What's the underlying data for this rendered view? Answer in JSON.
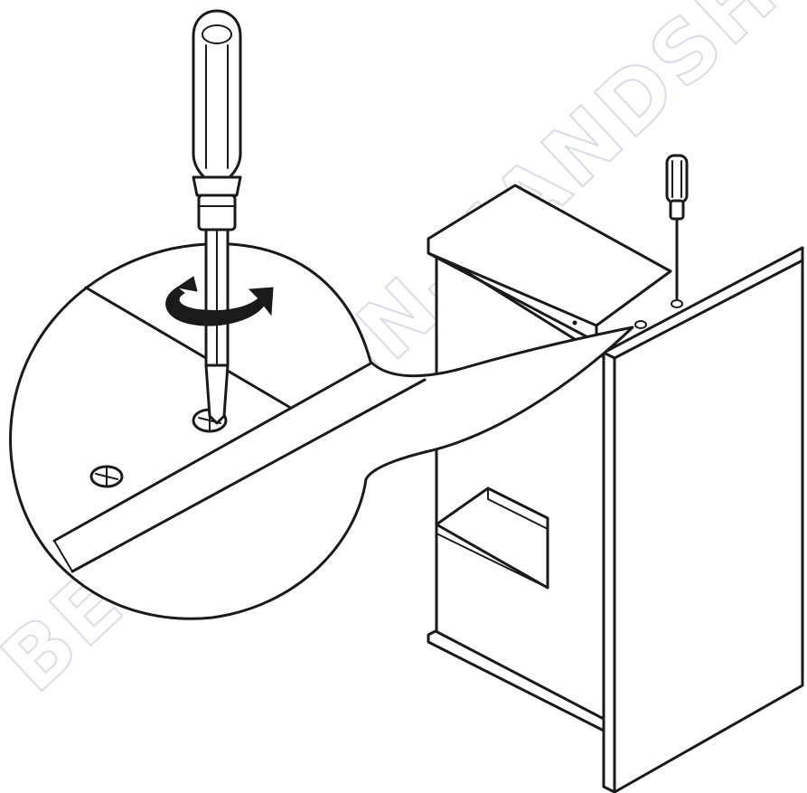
{
  "figure": {
    "type": "assembly-instruction",
    "subject": "screwdriver-fastening-screw-into-cabinet-top",
    "colors": {
      "line": "#1a1a1a",
      "background": "#ffffff",
      "watermark": "#d8dce6"
    }
  },
  "watermark": {
    "text": "BERNSTEIN-HANDSHOP"
  }
}
